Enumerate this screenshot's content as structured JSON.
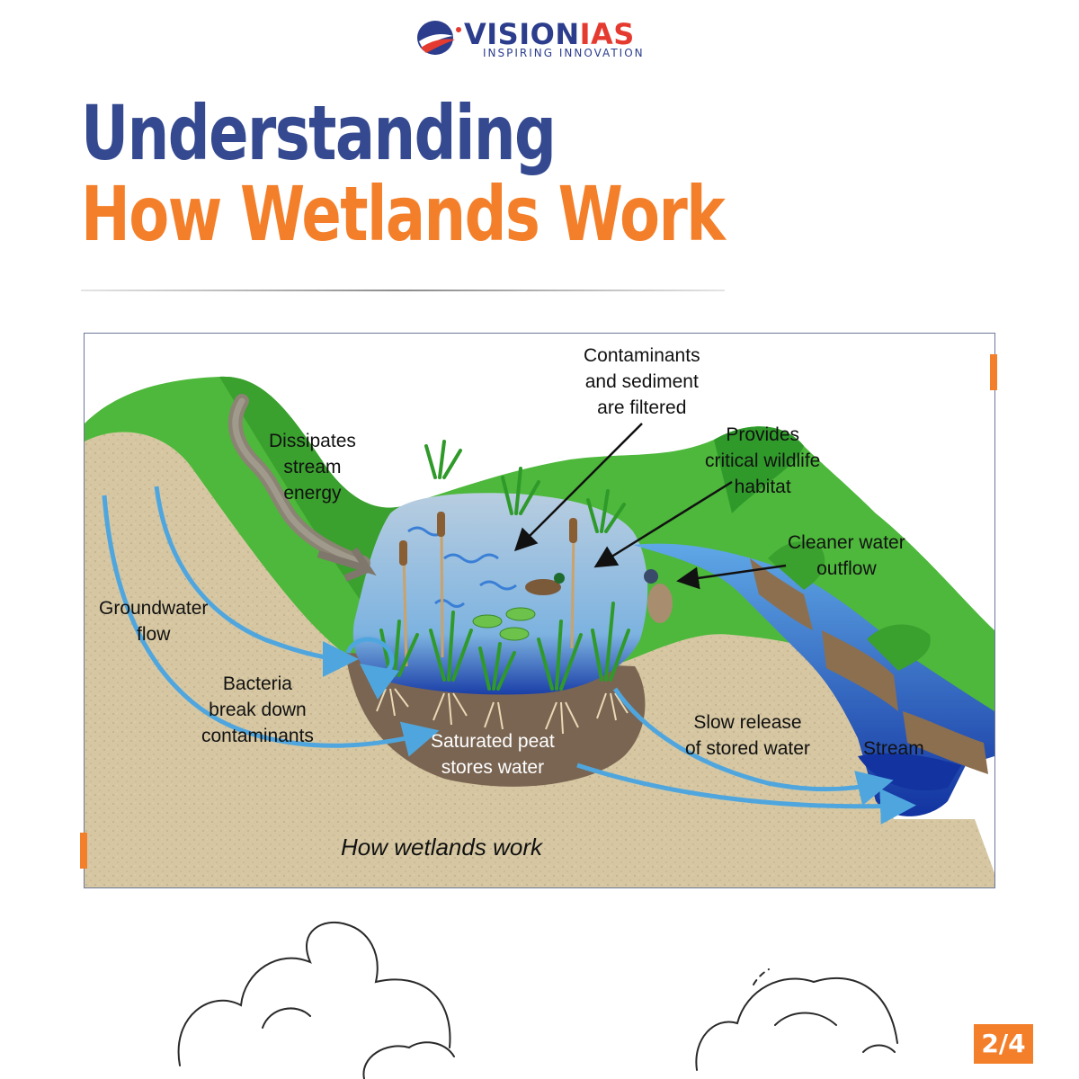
{
  "logo": {
    "brand_main": "VISION",
    "brand_accent": "IAS",
    "tagline": "INSPIRING INNOVATION"
  },
  "title": {
    "line1": "Understanding",
    "line2": "How Wetlands Work"
  },
  "diagram": {
    "labels": {
      "contaminants": "Contaminants\nand sediment\nare filtered",
      "habitat": "Provides\ncritical wildlife\nhabitat",
      "dissipates": "Dissipates\nstream\nenergy",
      "cleaner": "Cleaner water\noutflow",
      "groundwater": "Groundwater\nflow",
      "bacteria": "Bacteria\nbreak down\ncontaminants",
      "peat": "Saturated peat\nstores water",
      "slow_release": "Slow release\nof stored water",
      "stream": "Stream"
    },
    "caption": "How wetlands work"
  },
  "page_indicator": "2/4",
  "colors": {
    "brand_blue": "#34498f",
    "brand_orange": "#f47f2a",
    "logo_red": "#e53a2f"
  }
}
